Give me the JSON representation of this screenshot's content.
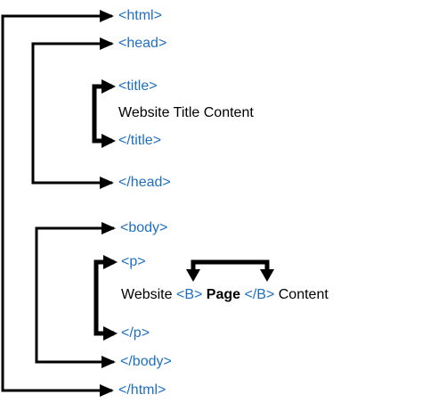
{
  "colors": {
    "tag_blue": "#1f6fbf",
    "text_black": "#000000",
    "arrow": "#000000"
  },
  "labels": {
    "html_open": "<html>",
    "head_open": "<head>",
    "title_open": "<title>",
    "title_content": "Website Title Content",
    "title_close": "</title>",
    "head_close": "</head>",
    "body_open": "<body>",
    "p_open": "<p>",
    "p_text_1": "Website",
    "b_open": "<B>",
    "b_text": "Page",
    "b_close": "</B>",
    "p_text_2": "Content",
    "p_close": "</p>",
    "body_close": "</body>",
    "html_close": "</html>"
  }
}
